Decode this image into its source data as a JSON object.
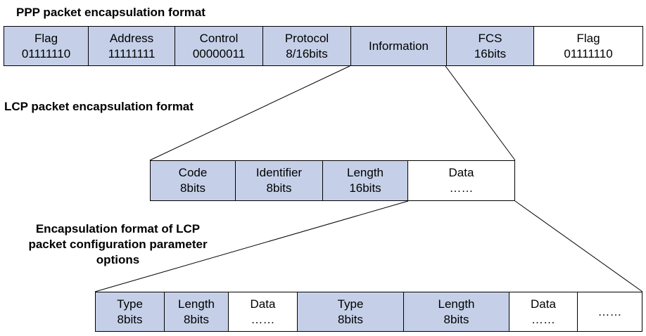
{
  "titles": {
    "ppp": "PPP packet encapsulation format",
    "lcp": "LCP packet encapsulation format",
    "options_line1": "Encapsulation format of LCP",
    "options_line2": "packet configuration parameter",
    "options_line3": "options"
  },
  "ppp_fields": [
    {
      "name": "Flag",
      "value": "01111110",
      "fill": "blue"
    },
    {
      "name": "Address",
      "value": "11111111",
      "fill": "blue"
    },
    {
      "name": "Control",
      "value": "00000011",
      "fill": "blue"
    },
    {
      "name": "Protocol",
      "value": "8/16bits",
      "fill": "blue"
    },
    {
      "name": "Information",
      "value": "",
      "fill": "blue"
    },
    {
      "name": "FCS",
      "value": "16bits",
      "fill": "blue"
    },
    {
      "name": "Flag",
      "value": "01111110",
      "fill": "white"
    }
  ],
  "lcp_fields": [
    {
      "name": "Code",
      "value": "8bits",
      "fill": "blue"
    },
    {
      "name": "Identifier",
      "value": "8bits",
      "fill": "blue"
    },
    {
      "name": "Length",
      "value": "16bits",
      "fill": "blue"
    },
    {
      "name": "Data",
      "value": "……",
      "fill": "white"
    }
  ],
  "option_fields": [
    {
      "name": "Type",
      "value": "8bits",
      "fill": "blue"
    },
    {
      "name": "Length",
      "value": "8bits",
      "fill": "blue"
    },
    {
      "name": "Data",
      "value": "……",
      "fill": "white"
    },
    {
      "name": "Type",
      "value": "8bits",
      "fill": "blue"
    },
    {
      "name": "Length",
      "value": "8bits",
      "fill": "blue"
    },
    {
      "name": "Data",
      "value": "……",
      "fill": "white"
    },
    {
      "name": "……",
      "value": "",
      "fill": "white"
    }
  ],
  "colors": {
    "field_fill": "#c5d0e8",
    "border": "#000000"
  }
}
